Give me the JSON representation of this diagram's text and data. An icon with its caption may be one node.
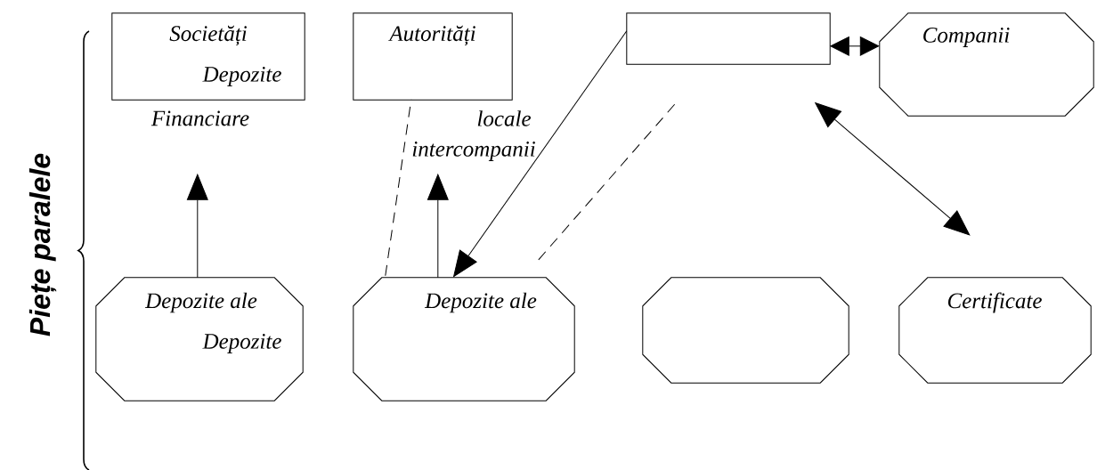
{
  "diagram": {
    "nodes": [
      {
        "text": [
          "Societăți",
          "Depozite"
        ],
        "beside": [
          "Financiare"
        ]
      },
      {
        "text": [
          "Autorități"
        ],
        "beside": [
          "locale"
        ]
      },
      {
        "text": [],
        "shape": "box"
      },
      {
        "text": [
          "Companii"
        ]
      },
      {
        "text": [
          "Depozite ale",
          "Depozite"
        ]
      },
      {
        "text": [
          "Depozite ale"
        ]
      },
      {
        "text": [],
        "shape": "octagon"
      },
      {
        "text": [
          "Certificate"
        ]
      }
    ],
    "edges": [
      {
        "from": 4,
        "to": 0,
        "arrow": "to"
      },
      {
        "from": 5,
        "to": 1,
        "arrow": "to"
      },
      {
        "from": 5,
        "to": 1,
        "arrow": "none",
        "style": "dashed"
      },
      {
        "from": 5,
        "to": 2,
        "arrow": "none",
        "style": "dashed"
      },
      {
        "from": 2,
        "to": 5,
        "arrow": "to"
      },
      {
        "from": 2,
        "to": 3,
        "arrow": "both"
      },
      {
        "from": 2,
        "to": 7,
        "arrow": "both"
      }
    ],
    "labels": [
      "Piețe paralele",
      "intercompanii"
    ]
  }
}
